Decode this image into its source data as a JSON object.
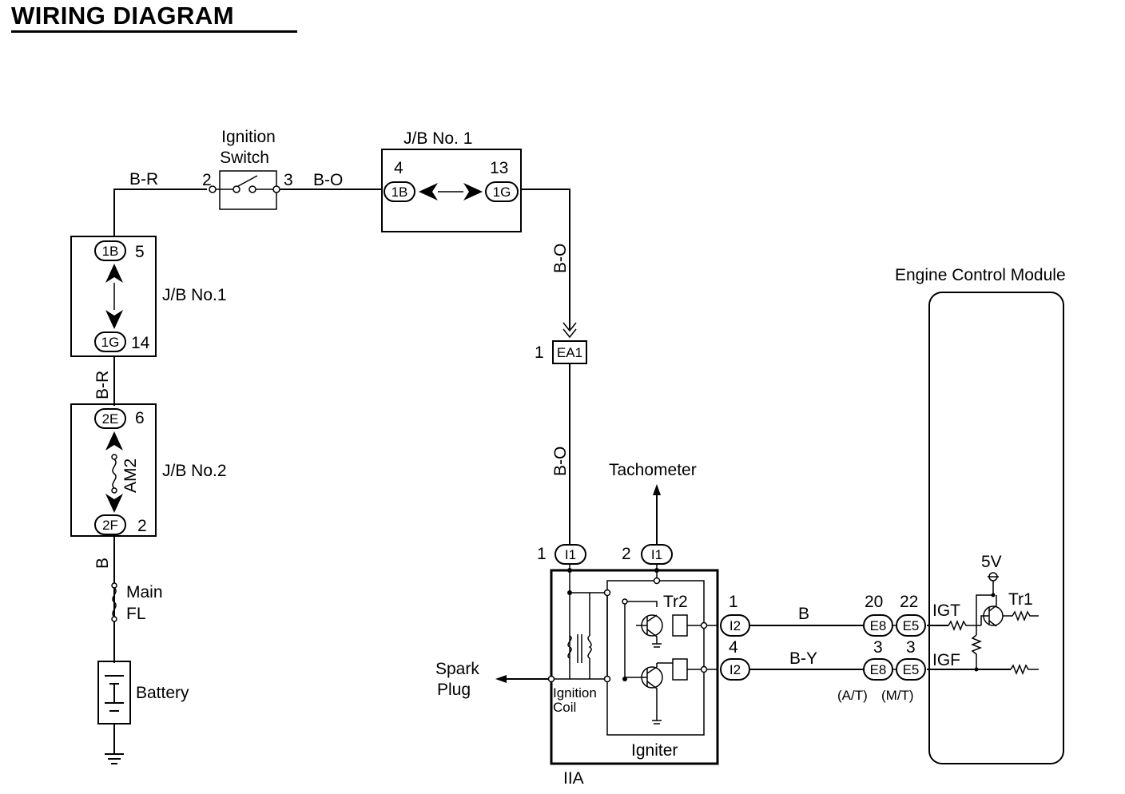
{
  "title": "WIRING DIAGRAM",
  "ignition_switch": {
    "label_line1": "Ignition",
    "label_line2": "Switch",
    "pin_in": "2",
    "pin_out": "3"
  },
  "wires": {
    "b_r": "B-R",
    "b_o": "B-O",
    "b": "B",
    "b_y": "B-Y"
  },
  "jb1_top": {
    "label": "J/B No. 1",
    "left_pin_no": "4",
    "left_connector": "1B",
    "right_pin_no": "13",
    "right_connector": "1G"
  },
  "jb1_left": {
    "label": "J/B No.1",
    "top_connector": "1B",
    "top_pin_no": "5",
    "bottom_connector": "1G",
    "bottom_pin_no": "14"
  },
  "jb2": {
    "label": "J/B No.2",
    "fuse": "AM2",
    "top_connector": "2E",
    "top_pin_no": "6",
    "bottom_connector": "2F",
    "bottom_pin_no": "2"
  },
  "main_fl": {
    "line1": "Main",
    "line2": "FL"
  },
  "battery": "Battery",
  "ea1": {
    "pin_no": "1",
    "connector": "EA1"
  },
  "tachometer": "Tachometer",
  "iia": {
    "label": "IIA",
    "pin1_no": "1",
    "pin1_connector": "I1",
    "pin2_no": "2",
    "pin2_connector": "I1",
    "coil_line1": "Ignition",
    "coil_line2": "Coil",
    "igniter": "Igniter",
    "transistor": "Tr2",
    "out1_no": "1",
    "out1_connector": "I2",
    "out2_no": "4",
    "out2_connector": "I2"
  },
  "spark_plug": {
    "line1": "Spark",
    "line2": "Plug"
  },
  "ecm": {
    "label": "Engine Control Module",
    "igt_at_no": "20",
    "igt_at_connector": "E8",
    "igt_mt_no": "22",
    "igt_mt_connector": "E5",
    "igf_at_no": "3",
    "igf_at_connector": "E8",
    "igf_mt_no": "3",
    "igf_mt_connector": "E5",
    "at_label": "(A/T)",
    "mt_label": "(M/T)",
    "igt": "IGT",
    "igf": "IGF",
    "voltage": "5V",
    "transistor": "Tr1"
  }
}
